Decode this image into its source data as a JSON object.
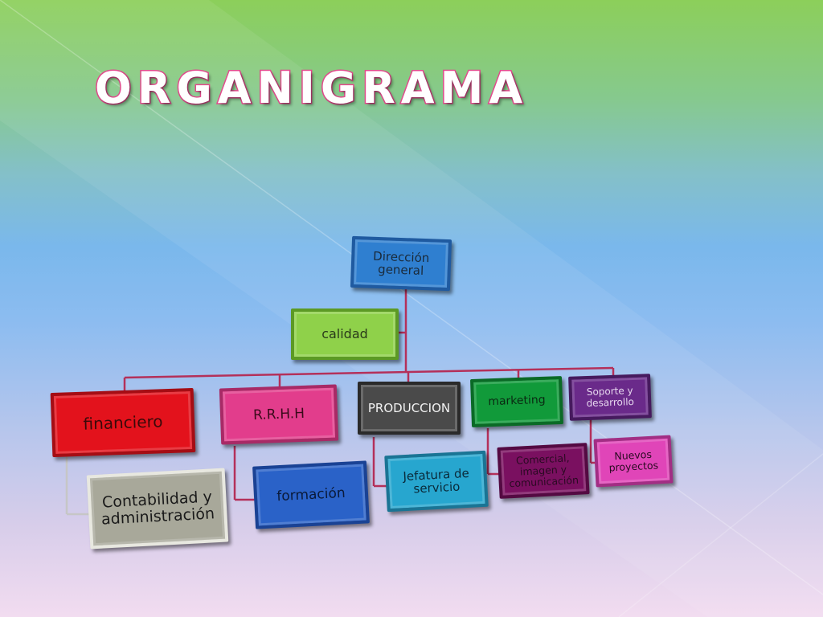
{
  "slide": {
    "title": "ORGANIGRAMA"
  },
  "org": {
    "root": "Dirección general",
    "assistant": "calidad",
    "departments": [
      {
        "label": "financiero",
        "subunits": [
          "Contabilidad y administración"
        ]
      },
      {
        "label": "R.R.H.H",
        "subunits": [
          "formación"
        ]
      },
      {
        "label": "PRODUCCION",
        "subunits": [
          "Jefatura de servicio"
        ]
      },
      {
        "label": "marketing",
        "subunits": [
          "Comercial, imagen y comunicación"
        ]
      },
      {
        "label": "Soporte y desarrollo",
        "subunits": [
          "Nuevos proyectos"
        ]
      }
    ]
  },
  "colors": {
    "root": "#2f7fd0",
    "calidad": "#8fd14a",
    "financiero": "#e3121c",
    "rrhh": "#e23d8c",
    "produccion": "#4a4a4a",
    "marketing": "#119a3a",
    "soporte": "#6a2a8a",
    "contabilidad": "#a8a89a",
    "formacion": "#2a62c8",
    "jefatura": "#27a6cf",
    "comercial": "#7a1060",
    "nuevos": "#e045b8",
    "title_stroke": "#e24a8c",
    "connector": "#b4305a"
  }
}
